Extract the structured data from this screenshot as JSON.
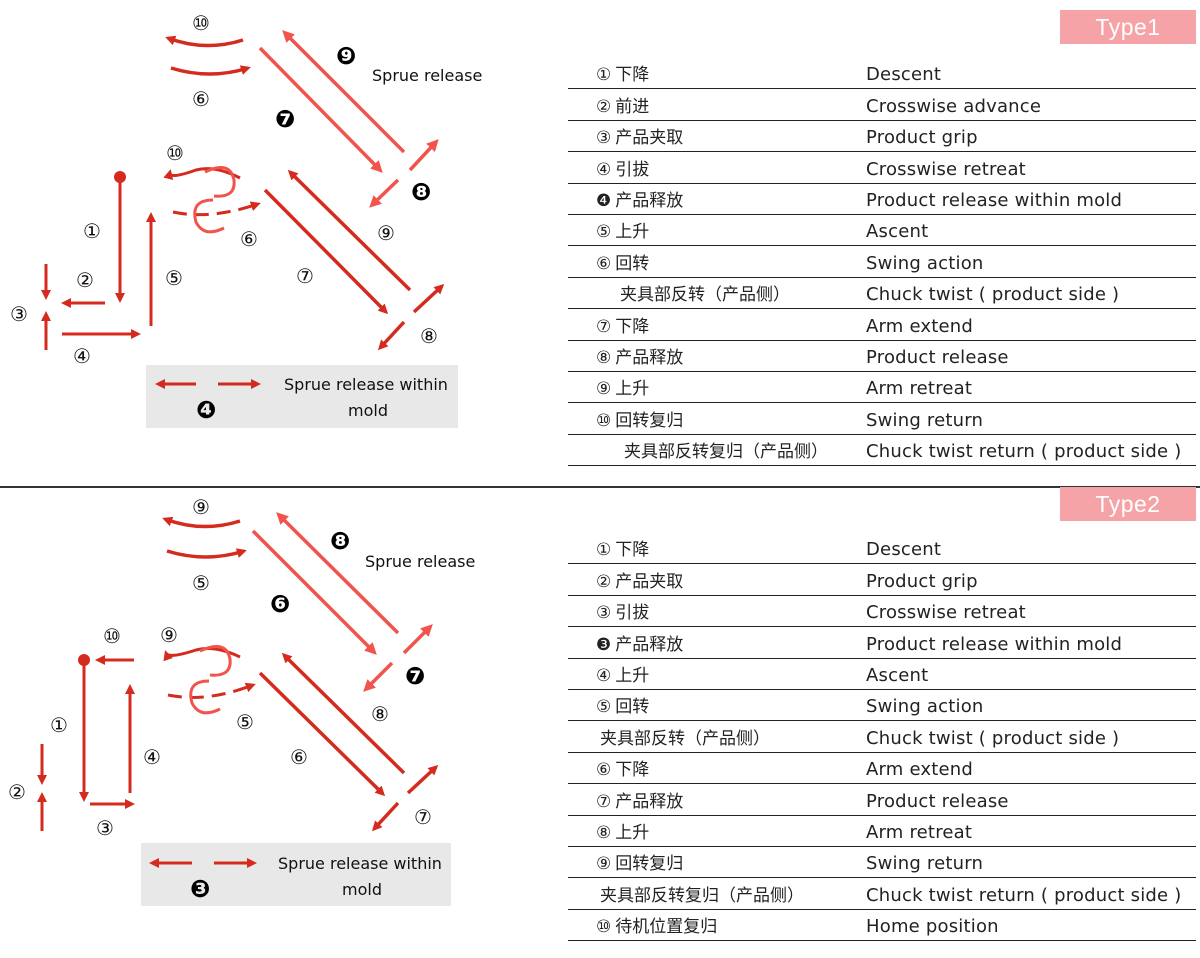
{
  "type1": {
    "badge": "Type1",
    "labels": {
      "n10_top": "⑩",
      "n6_top": "⑥",
      "n9_bold": "❾",
      "sprue_release": "Sprue release",
      "n7_bold": "❼",
      "n10_mid": "⑩",
      "n8_bold": "❽",
      "n6_mid": "⑥",
      "n9": "⑨",
      "n1": "①",
      "n2": "②",
      "n3": "③",
      "n4": "④",
      "n5": "⑤",
      "n7": "⑦",
      "n8": "⑧",
      "n4_bold": "❹",
      "sprue_within_1": "Sprue release within",
      "sprue_within_2": "mold"
    },
    "steps": [
      {
        "num": "①",
        "zh": "下降",
        "en": "Descent"
      },
      {
        "num": "②",
        "zh": "前进",
        "en": "Crosswise advance"
      },
      {
        "num": "③",
        "zh": "产品夹取",
        "en": "Product grip"
      },
      {
        "num": "④",
        "zh": "引拔",
        "en": "Crosswise retreat"
      },
      {
        "num": "❹",
        "zh": "产品释放",
        "en": "Product release  within  mold"
      },
      {
        "num": "⑤",
        "zh": "上升",
        "en": "Ascent"
      },
      {
        "num": "⑥",
        "zh": "回转",
        "en": "Swing  action"
      },
      {
        "num": "",
        "zh": "夹具部反转（产品侧）",
        "en": "Chuck twist ( product side )"
      },
      {
        "num": "⑦",
        "zh": "下降",
        "en": "Arm extend"
      },
      {
        "num": "⑧",
        "zh": "产品释放",
        "en": "Product release"
      },
      {
        "num": "⑨",
        "zh": "上升",
        "en": "Arm retreat"
      },
      {
        "num": "⑩",
        "zh": "回转复归",
        "en": "Swing  return"
      },
      {
        "num": "",
        "zh": "夹具部反转复归（产品侧）",
        "en": "Chuck twist return ( product side )"
      }
    ]
  },
  "type2": {
    "badge": "Type2",
    "labels": {
      "n9_top": "⑨",
      "n5_top": "⑤",
      "n8_bold": "❽",
      "sprue_release": "Sprue release",
      "n6_bold": "❻",
      "n10": "⑩",
      "n9_mid": "⑨",
      "n7_bold": "❼",
      "n5_mid": "⑤",
      "n8": "⑧",
      "n1": "①",
      "n2": "②",
      "n3": "③",
      "n4": "④",
      "n6": "⑥",
      "n7": "⑦",
      "n3_bold": "❸",
      "sprue_within_1": "Sprue release within",
      "sprue_within_2": "mold"
    },
    "steps": [
      {
        "num": "①",
        "zh": "下降",
        "en": "Descent"
      },
      {
        "num": "②",
        "zh": "产品夹取",
        "en": "Product grip"
      },
      {
        "num": "③",
        "zh": "引拔",
        "en": "Crosswise retreat"
      },
      {
        "num": "❸",
        "zh": "产品释放",
        "en": "Product release  within  mold"
      },
      {
        "num": "④",
        "zh": "上升",
        "en": "Ascent"
      },
      {
        "num": "⑤",
        "zh": "回转",
        "en": "Swing  action"
      },
      {
        "num": "",
        "zh": "夹具部反转（产品侧）",
        "en": "Chuck twist ( product side )"
      },
      {
        "num": "⑥",
        "zh": "下降",
        "en": "Arm extend"
      },
      {
        "num": "⑦",
        "zh": "产品释放",
        "en": "Product release"
      },
      {
        "num": "⑧",
        "zh": "上升",
        "en": "Arm retreat"
      },
      {
        "num": "⑨",
        "zh": "回转复归",
        "en": "Swing  return"
      },
      {
        "num": "",
        "zh": "夹具部反转复归（产品侧）",
        "en": "Chuck twist return ( product side )"
      },
      {
        "num": "⑩",
        "zh": "待机位置复归",
        "en": "Home position"
      }
    ]
  },
  "colors": {
    "dark_red": "#d42b1e",
    "light_red": "#f0544c",
    "badge_bg": "#f6a3a7",
    "note_bg": "#e8e8e8"
  }
}
